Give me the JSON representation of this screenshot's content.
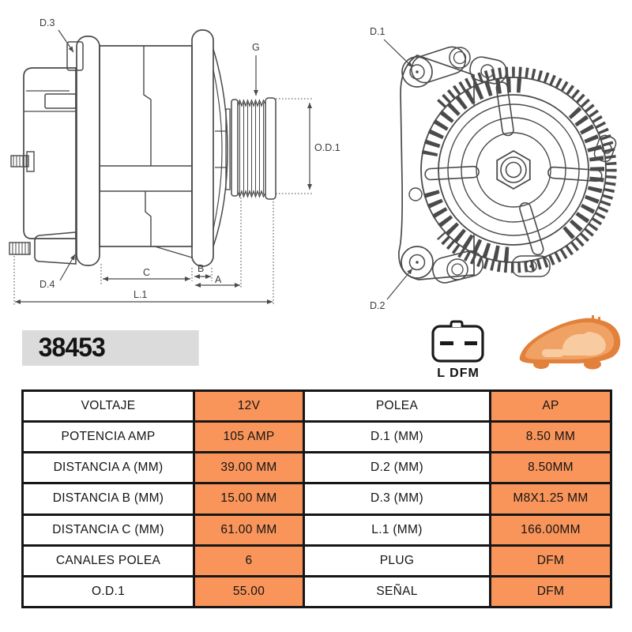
{
  "part_number": "38453",
  "plug": {
    "label": "L DFM"
  },
  "side_view_labels": {
    "d3": "D.3",
    "d4": "D.4",
    "g": "G",
    "od1": "O.D.1",
    "c": "C",
    "b": "B",
    "a": "A",
    "l1": "L.1"
  },
  "front_view_labels": {
    "d1": "D.1",
    "d2": "D.2"
  },
  "colors": {
    "accent_orange": "#F9955A",
    "part_box_gray": "#DBDBDB",
    "table_border": "#161616",
    "drawing_line": "#4a4a4a",
    "car_orange": "#E2813B",
    "car_orange_light": "#F0A265",
    "car_orange_pale": "#F8CBA0"
  },
  "table": {
    "rows": [
      {
        "l": "VOLTAJE",
        "lv": "12V",
        "r": "POLEA",
        "rv": "AP"
      },
      {
        "l": "POTENCIA AMP",
        "lv": "105 AMP",
        "r": "D.1 (MM)",
        "rv": "8.50 MM"
      },
      {
        "l": "DISTANCIA A (MM)",
        "lv": "39.00 MM",
        "r": "D.2 (MM)",
        "rv": "8.50MM"
      },
      {
        "l": "DISTANCIA B (MM)",
        "lv": "15.00 MM",
        "r": "D.3 (MM)",
        "rv": "M8X1.25 MM"
      },
      {
        "l": "DISTANCIA C (MM)",
        "lv": "61.00 MM",
        "r": "L.1 (MM)",
        "rv": "166.00MM"
      },
      {
        "l": "CANALES POLEA",
        "lv": "6",
        "r": "PLUG",
        "rv": "DFM"
      },
      {
        "l": "O.D.1",
        "lv": "55.00",
        "r": "SEÑAL",
        "rv": "DFM"
      }
    ]
  }
}
